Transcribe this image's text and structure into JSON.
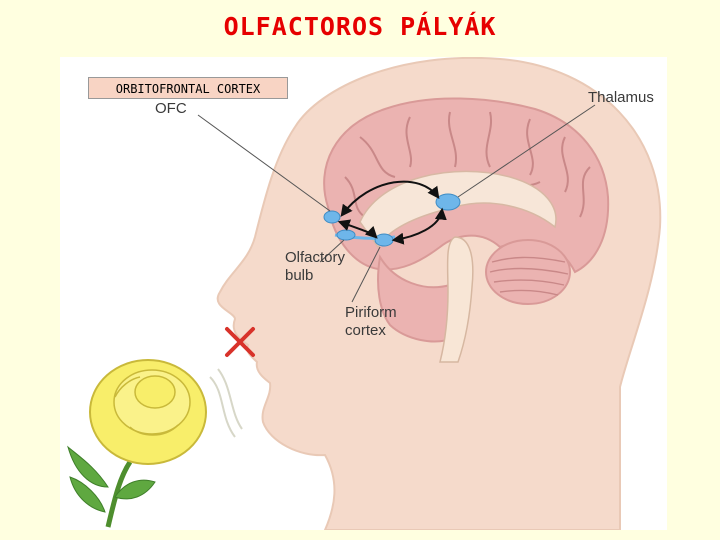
{
  "title": "OLFACTOROS PÁLYÁK",
  "labels": {
    "ofc_box": "ORBITOFRONTAL CORTEX",
    "ofc": "OFC",
    "thalamus": "Thalamus",
    "olfactory_bulb_line1": "Olfactory",
    "olfactory_bulb_line2": "bulb",
    "piriform_line1": "Piriform",
    "piriform_line2": "cortex"
  },
  "colors": {
    "title": "#E60000",
    "background": "#FFFFE0",
    "skin": "#F5DACB",
    "brain": "#EBB3B1",
    "nucleus": "#6EB6EA",
    "cross": "#D8322A",
    "rose": "#F8EE6A",
    "leaf": "#5FA840"
  },
  "icons": {
    "cross": "x-mark-icon",
    "flower": "rose-icon"
  }
}
